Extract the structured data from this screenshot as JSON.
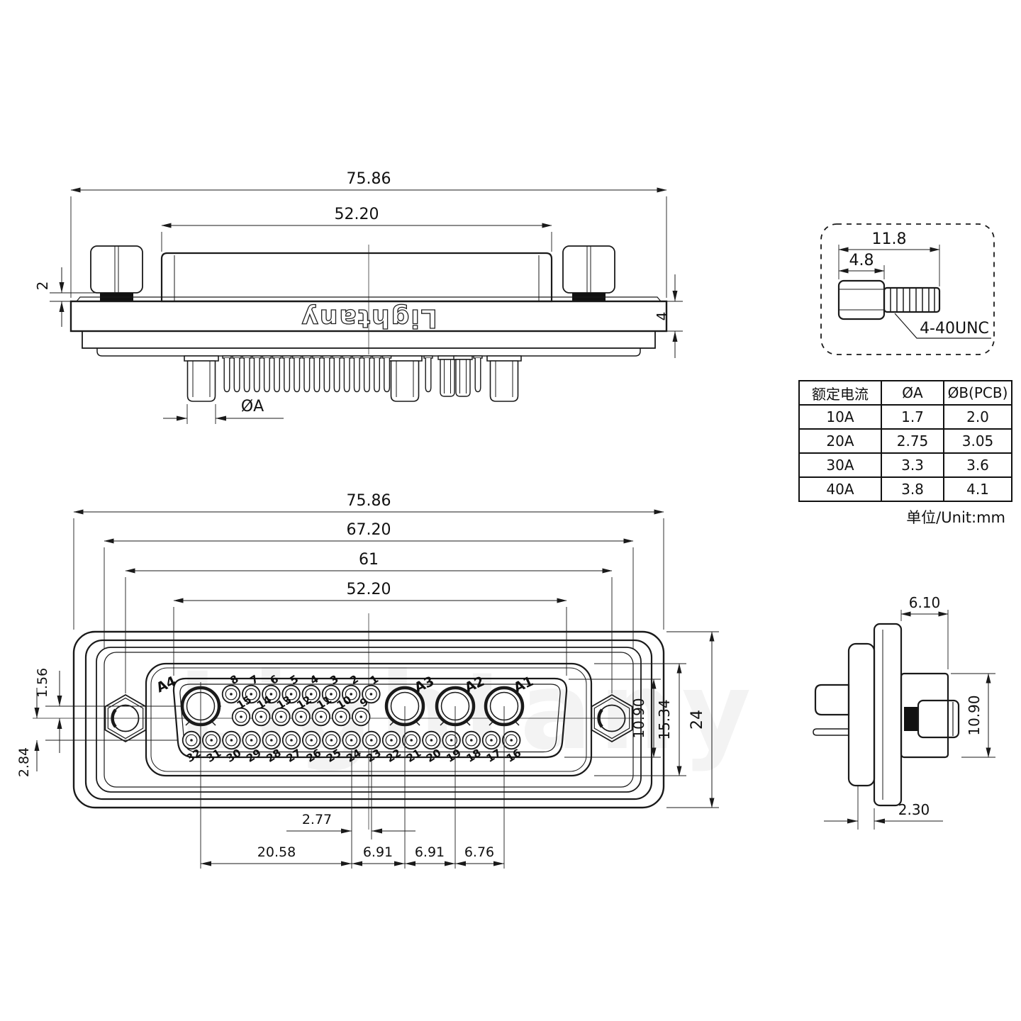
{
  "brand": "Lightany",
  "watermark": "Lightany",
  "unit_note": "单位/Unit:mm",
  "top_view": {
    "dim_overall_width": "75.86",
    "dim_shell_width": "52.20",
    "dim_screw_standoff": "2",
    "dim_flange_thickness": "4",
    "dim_pin_diameter": "ØA"
  },
  "screw_detail": {
    "dim_total_length": "11.8",
    "dim_head_length": "4.8",
    "thread_spec": "4-40UNC"
  },
  "spec_table": {
    "headers": [
      "额定电流",
      "ØA",
      "ØB(PCB)"
    ],
    "rows": [
      [
        "10A",
        "1.7",
        "2.0"
      ],
      [
        "20A",
        "2.75",
        "3.05"
      ],
      [
        "30A",
        "3.3",
        "3.6"
      ],
      [
        "40A",
        "3.8",
        "4.1"
      ]
    ]
  },
  "front_view": {
    "dim_overall_width": "75.86",
    "dim_bezel_width": "67.20",
    "dim_mount_spacing": "61",
    "dim_shell_width": "52.20",
    "dim_row_offset_upper": "1.56",
    "dim_row_offset_lower": "2.84",
    "dim_pin_pitch": "2.77",
    "dim_a4_span": "20.58",
    "dim_a3_pitch": "6.91",
    "dim_a2_pitch": "6.91",
    "dim_a1_pitch": "6.76",
    "dim_insert_height": "10.90",
    "dim_shell_height": "15.34",
    "dim_overall_height": "24",
    "power_contacts": [
      "A4",
      "A3",
      "A2",
      "A1"
    ],
    "pin_rows": {
      "top": [
        "8",
        "7",
        "6",
        "5",
        "4",
        "3",
        "2",
        "1"
      ],
      "middle": [
        "15",
        "14",
        "13",
        "12",
        "11",
        "10",
        "9"
      ],
      "bottom": [
        "32",
        "31",
        "30",
        "29",
        "28",
        "27",
        "26",
        "25",
        "24",
        "23",
        "22",
        "21",
        "20",
        "19",
        "18",
        "17",
        "16"
      ]
    }
  },
  "side_view": {
    "dim_depth": "6.10",
    "dim_screw_height": "10.90",
    "dim_pin_setback": "2.30"
  }
}
